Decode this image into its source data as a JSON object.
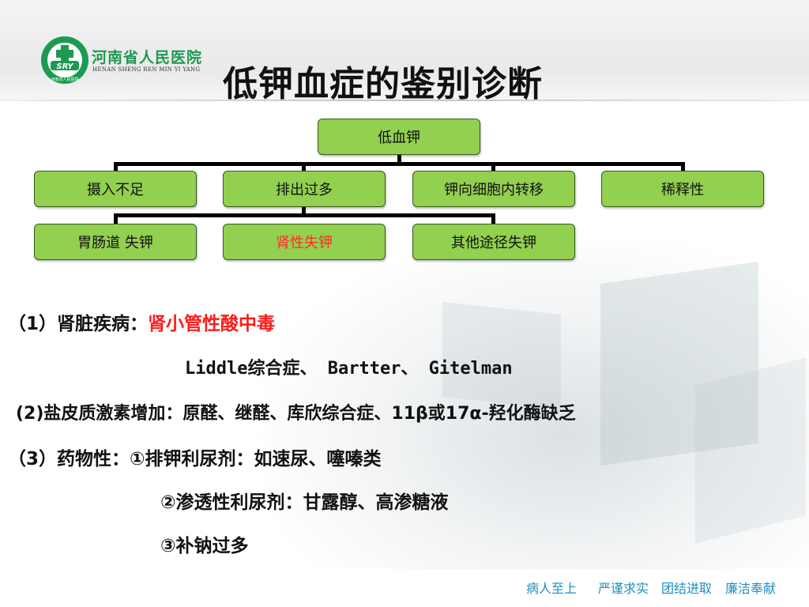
{
  "header": {
    "hospital_name_cn": "河南省人民医院",
    "hospital_name_en": "HENAN SHENG REN MIN YI YANG",
    "logo_text": "SRY",
    "logo_ring_text": "河南省人民医院",
    "title": "低钾血症的鉴别诊断"
  },
  "chart": {
    "root": "低血钾",
    "level1": [
      "摄入不足",
      "排出过多",
      "钾向细胞内转移",
      "稀释性"
    ],
    "level2": [
      "胃肠道 失钾",
      "肾性失钾",
      "其他途径失钾"
    ],
    "highlight_color": "#ff2a2a",
    "box_color": "#92d050"
  },
  "content": {
    "line1_prefix": "（1）肾脏疾病：",
    "line1_highlight": "肾小管性酸中毒",
    "line2": "Liddle综合症、 Bartter、 Gitelman",
    "line3": "(2)盐皮质激素增加：原醛、继醛、库欣综合症、11β或17α-羟化酶缺乏",
    "line4": "（3）药物性：①排钾利尿剂：如速尿、噻嗪类",
    "line5": "②渗透性利尿剂：甘露醇、高渗糖液",
    "line6": "③补钠过多"
  },
  "footer": {
    "slogans": [
      "病人至上",
      "严谨求实",
      "团结进取",
      "廉洁奉献"
    ]
  }
}
